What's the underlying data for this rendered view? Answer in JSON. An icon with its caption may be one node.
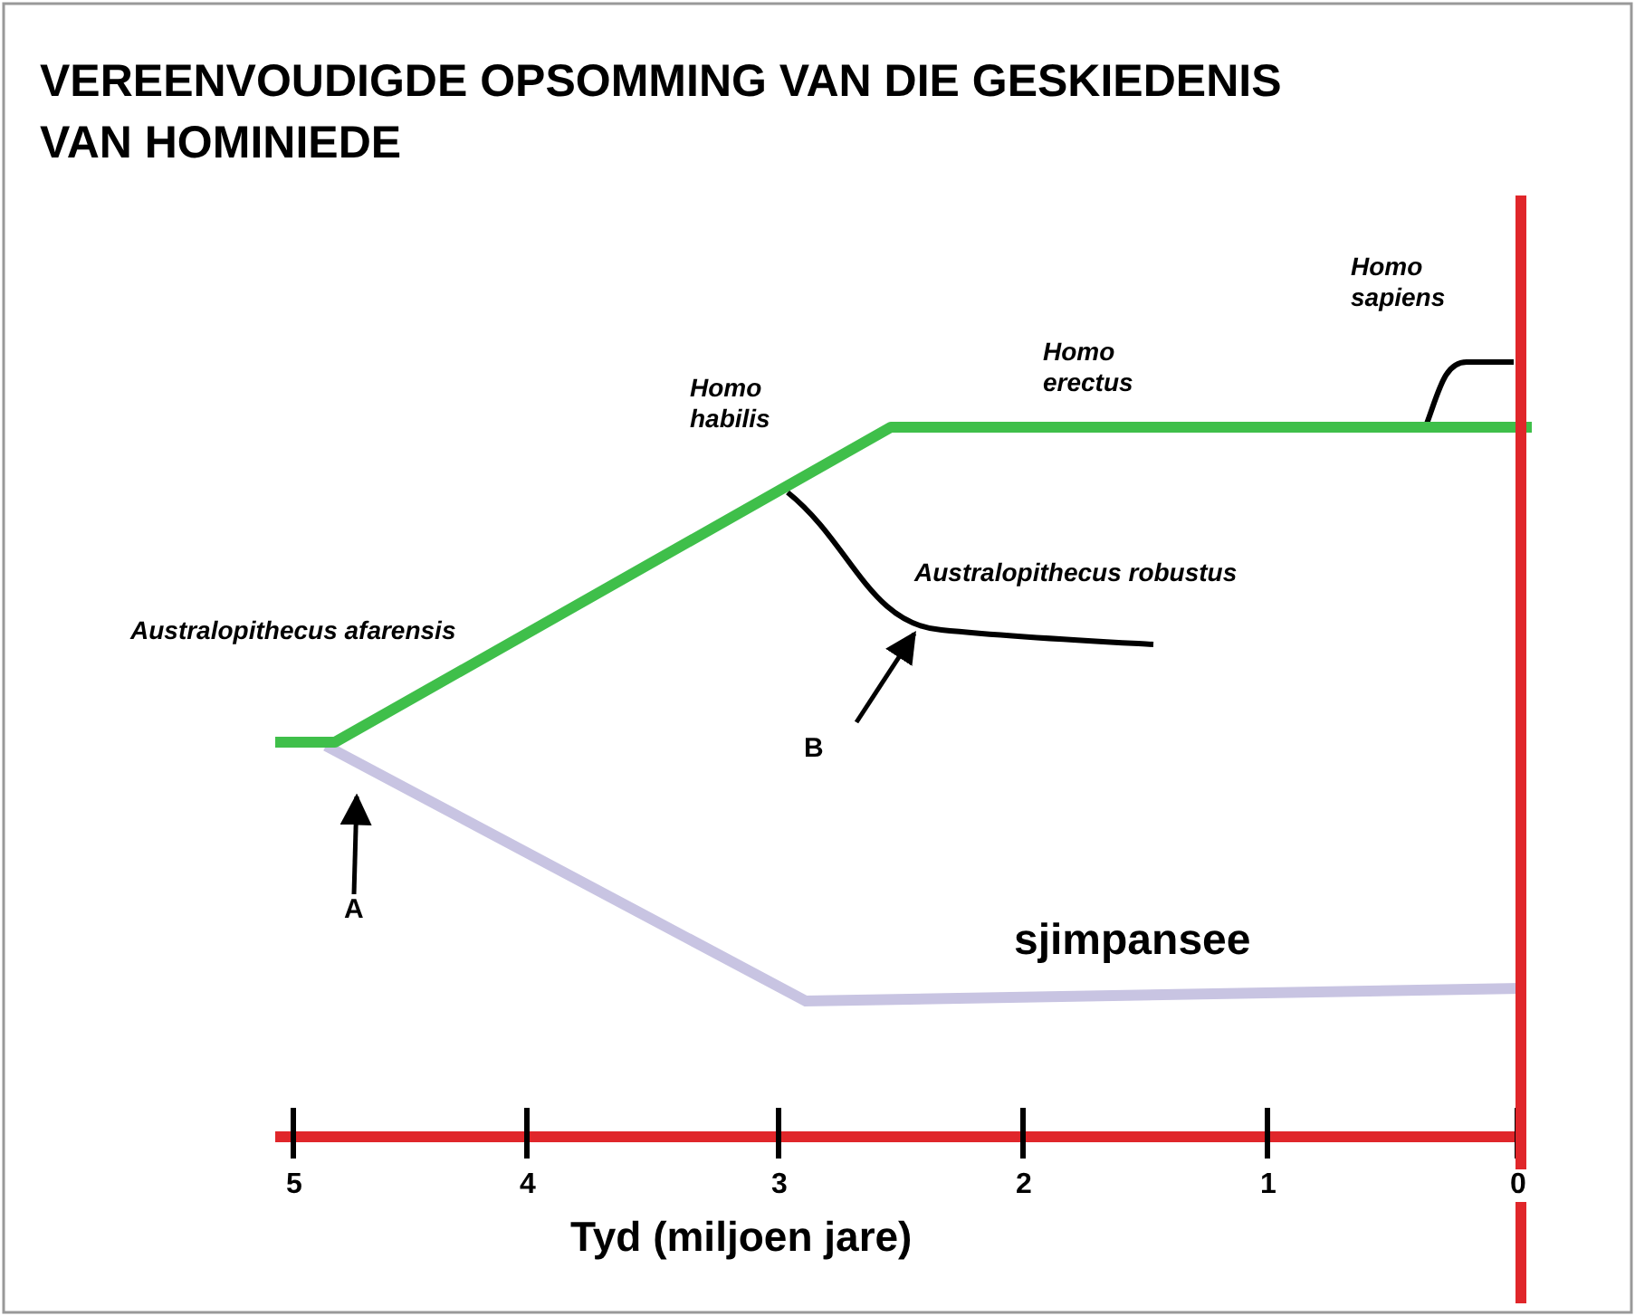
{
  "diagram": {
    "title": "VEREENVOUDIGDE OPSOMMING VAN DIE GESKIEDENIS VAN HOMINIEDE",
    "nodes": [
      {
        "text": [
          "A"
        ]
      },
      {
        "text": [
          "B"
        ]
      }
    ],
    "edges": [
      {
        "from": 0,
        "to": null,
        "arrow": "to"
      },
      {
        "from": 1,
        "to": null,
        "arrow": "to"
      }
    ],
    "labels": [
      "Homo sapiens",
      "Homo habilis",
      "Homo erectus",
      "Australopithecus robustus",
      "Australopithecus afarensis",
      "sjimpansee",
      "5",
      "4",
      "3",
      "2",
      "1",
      "0",
      "Tyd (miljoen jare)"
    ]
  }
}
